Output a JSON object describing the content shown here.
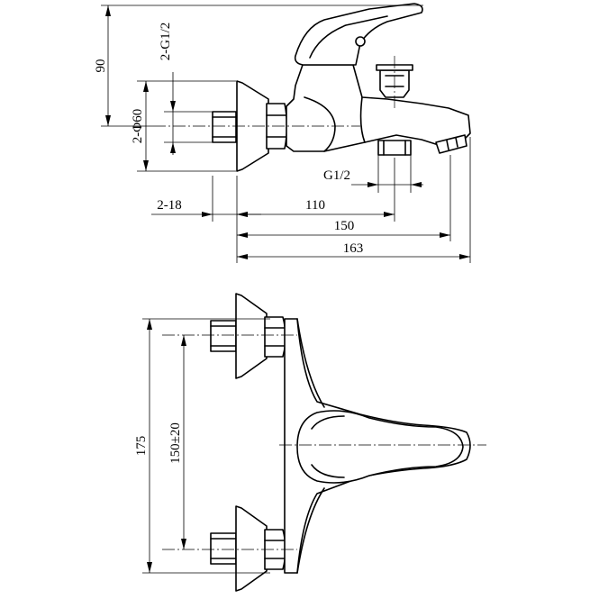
{
  "dimensions": {
    "height_90": "90",
    "inlet_thread": "2-G1/2",
    "flange_dia": "2-Φ60",
    "outlet_thread": "G1/2",
    "wall_18": "2-18",
    "d110": "110",
    "d150": "150",
    "d163": "163",
    "d175": "175",
    "centers": "150±20"
  }
}
